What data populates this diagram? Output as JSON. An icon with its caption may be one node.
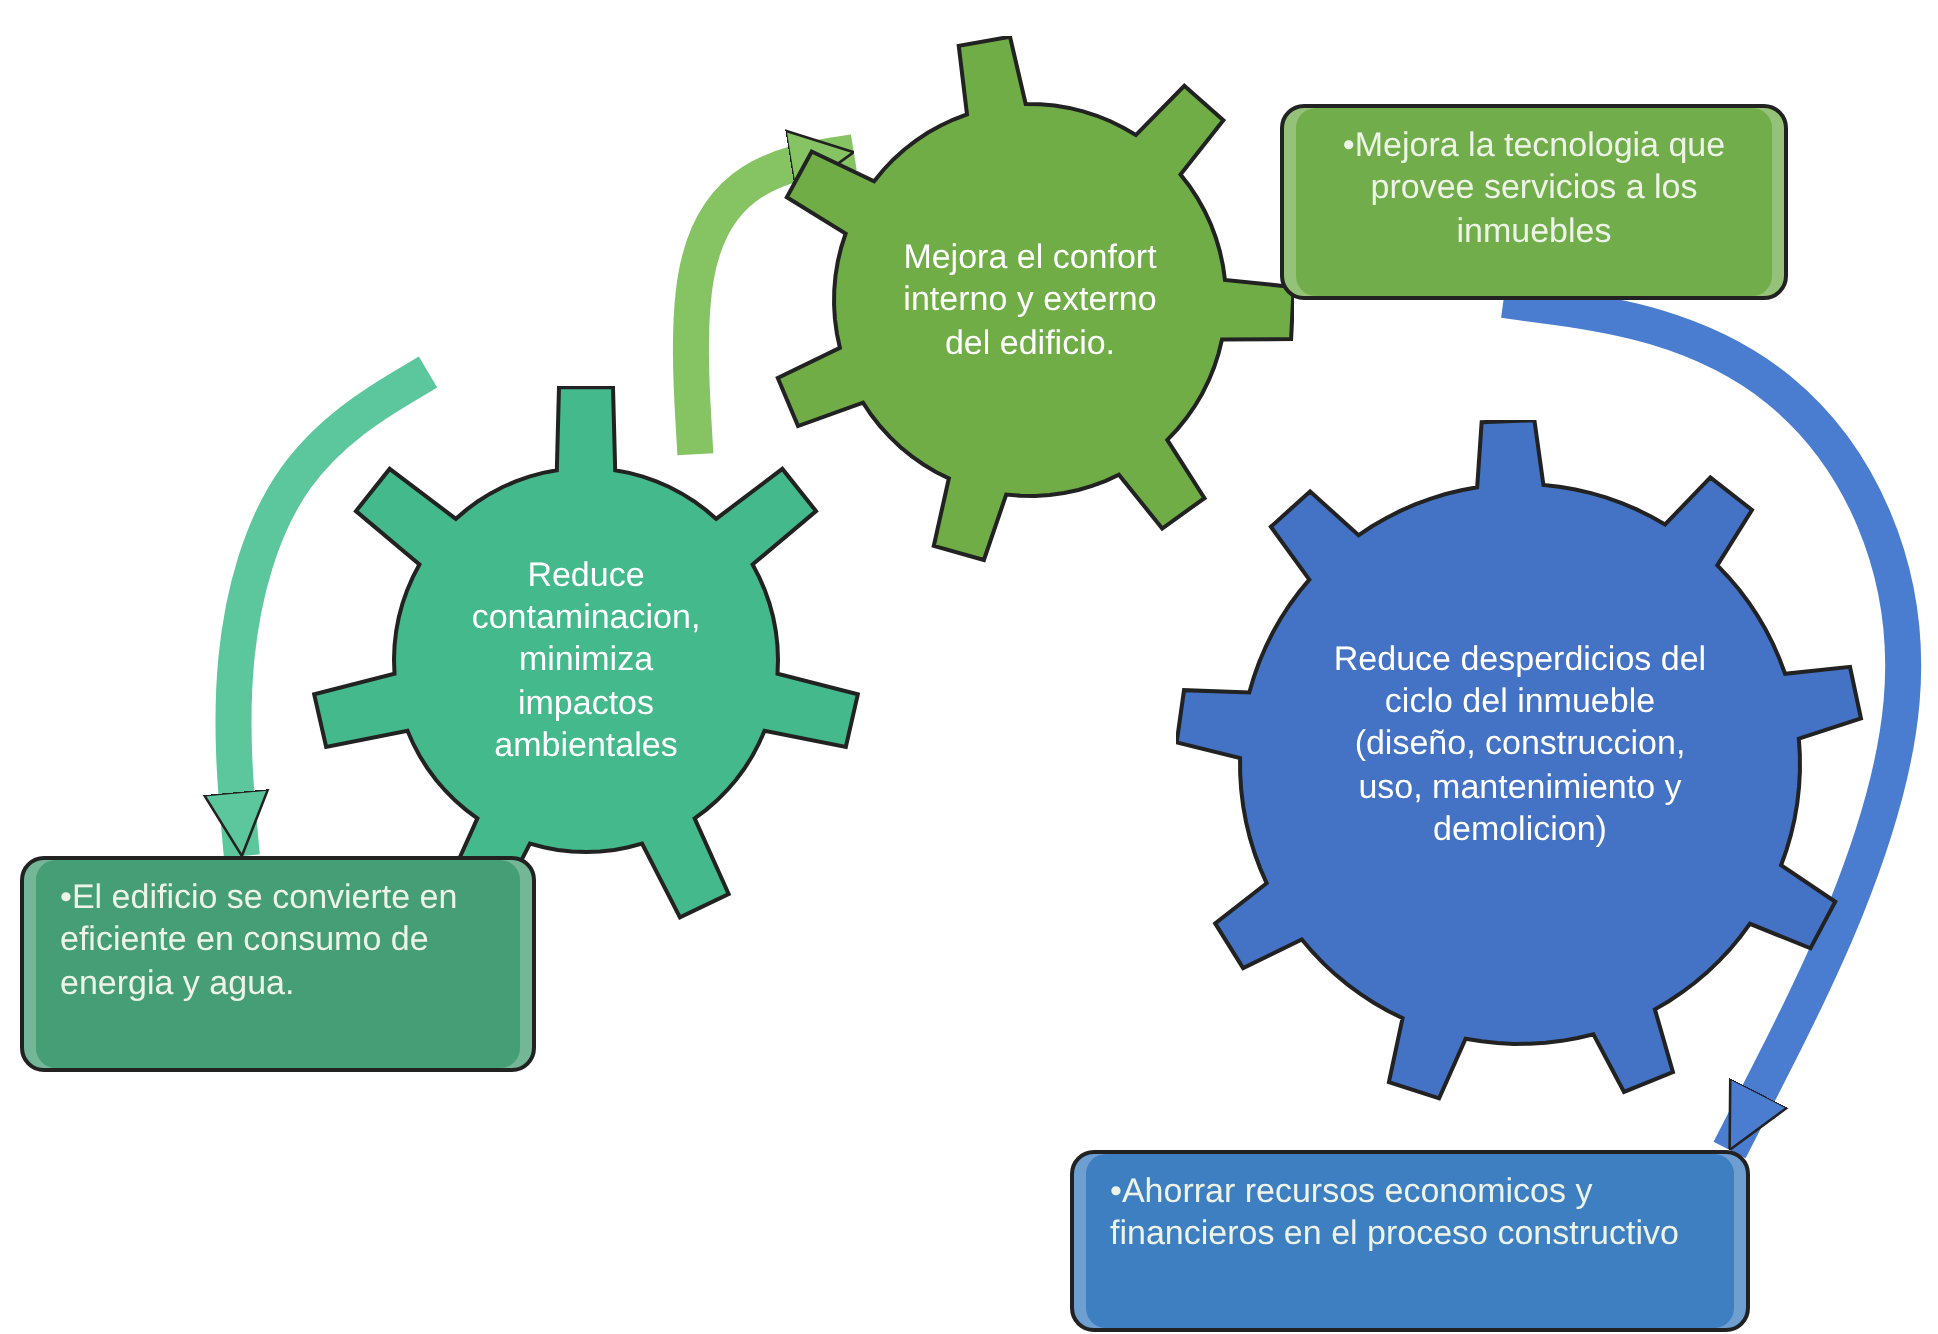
{
  "diagram": {
    "nodes": [
      {
        "text": [
          "Mejora el confort interno y externo del edificio."
        ]
      },
      {
        "text": [
          "•Mejora la tecnologia  que  provee servicios a los inmuebles"
        ]
      },
      {
        "text": [
          "Reduce contaminacion, minimiza impactos ambientales"
        ]
      },
      {
        "text": [
          "Reduce  desperdicios del ciclo del inmueble (diseño, construccion, uso, mantenimiento y demolicion)"
        ]
      },
      {
        "text": [
          "•El edificio se convierte en eficiente en consumo de energia y agua."
        ]
      },
      {
        "text": [
          "•Ahorrar recursos economicos y financieros en el proceso constructivo"
        ]
      }
    ],
    "edges": [
      {
        "from": null,
        "to": 4,
        "arrow": "to",
        "color": "#5cc79d"
      },
      {
        "from": 2,
        "to": 0,
        "arrow": "to",
        "color": "#86c463"
      },
      {
        "from": 1,
        "to": 5,
        "arrow": "to",
        "color": "#4a7dd0"
      }
    ]
  }
}
